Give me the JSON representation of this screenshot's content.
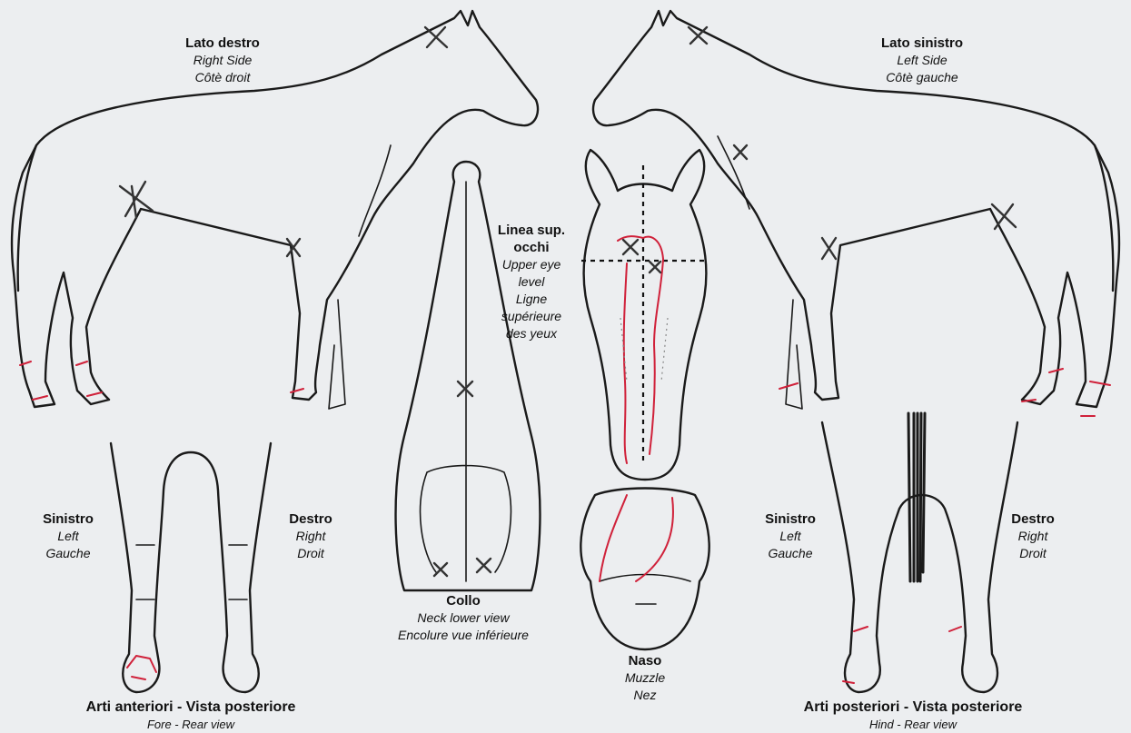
{
  "labels": {
    "right_side": {
      "it": "Lato destro",
      "en": "Right Side",
      "fr": "Côtè droit"
    },
    "left_side": {
      "it": "Lato sinistro",
      "en": "Left Side",
      "fr": "Côtè gauche"
    },
    "eye_line": {
      "it1": "Linea sup.",
      "it2": "occhi",
      "en1": "Upper eye",
      "en2": "level",
      "fr1": "Ligne",
      "fr2": "supérieure",
      "fr3": "des yeux"
    },
    "fore_left": {
      "it": "Sinistro",
      "en": "Left",
      "fr": "Gauche"
    },
    "fore_right": {
      "it": "Destro",
      "en": "Right",
      "fr": "Droit"
    },
    "hind_left": {
      "it": "Sinistro",
      "en": "Left",
      "fr": "Gauche"
    },
    "hind_right": {
      "it": "Destro",
      "en": "Right",
      "fr": "Droit"
    },
    "neck": {
      "it": "Collo",
      "en": "Neck lower view",
      "fr": "Encolure vue inférieure"
    },
    "muzzle": {
      "it": "Naso",
      "en": "Muzzle",
      "fr": "Nez"
    },
    "forelimbs": {
      "it": "Arti anteriori - Vista posteriore",
      "en": "Fore - Rear view"
    },
    "hindlimbs": {
      "it": "Arti posteriori - Vista posteriore",
      "en": "Hind - Rear view"
    }
  },
  "colors": {
    "outline": "#1a1a1a",
    "marking": "#d0213a",
    "paper": "#eceef0"
  }
}
